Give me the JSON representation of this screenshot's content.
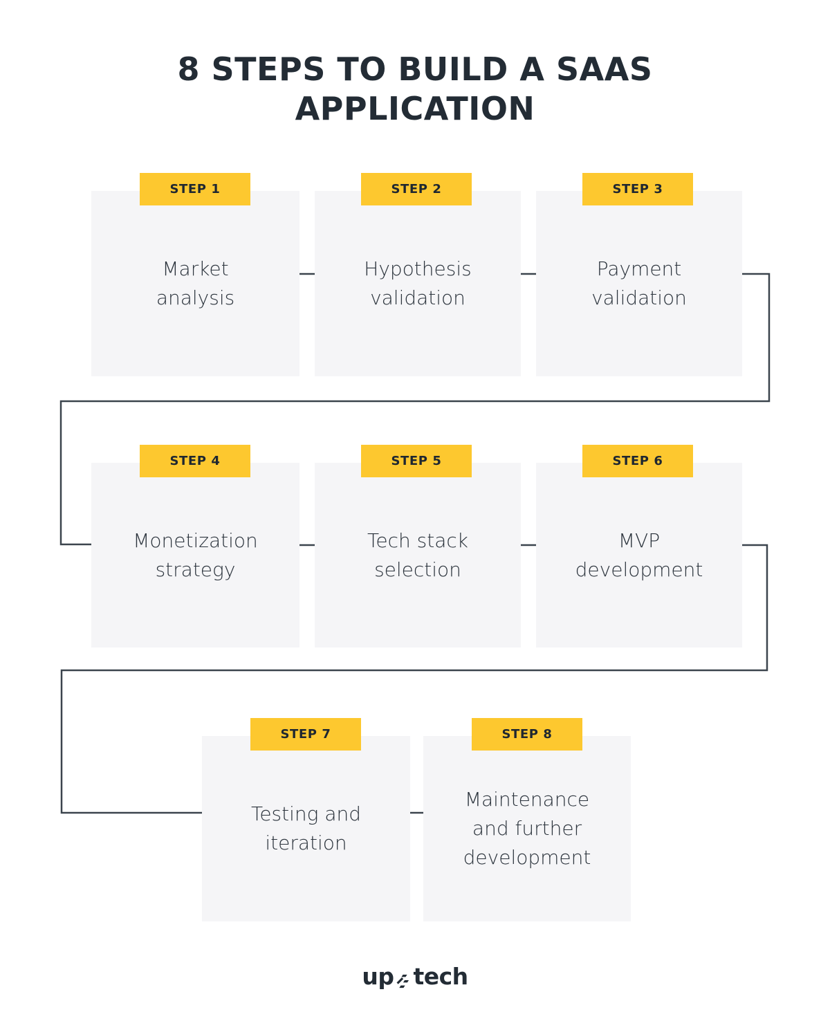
{
  "title": "8 STEPS TO BUILD A SAAS APPLICATION",
  "colors": {
    "accent": "#fdc82f",
    "card_bg": "#f5f5f7",
    "text_dark": "#232c35",
    "body_text": "#2b333c",
    "line": "#3b444d",
    "page_bg": "#ffffff"
  },
  "steps": [
    {
      "tab": "STEP 1",
      "text": "Market\nanalysis"
    },
    {
      "tab": "STEP 2",
      "text": "Hypothesis\nvalidation"
    },
    {
      "tab": "STEP 3",
      "text": "Payment\nvalidation"
    },
    {
      "tab": "STEP 4",
      "text": "Monetization\nstrategy"
    },
    {
      "tab": "STEP 5",
      "text": "Tech stack\nselection"
    },
    {
      "tab": "STEP 6",
      "text": "MVP\ndevelopment"
    },
    {
      "tab": "STEP 7",
      "text": "Testing and\niteration"
    },
    {
      "tab": "STEP 8",
      "text": "Maintenance\nand further\ndevelopment"
    }
  ],
  "logo": {
    "text_left": "up",
    "mark": "uptech-slash-mark",
    "text_right": "tech"
  }
}
